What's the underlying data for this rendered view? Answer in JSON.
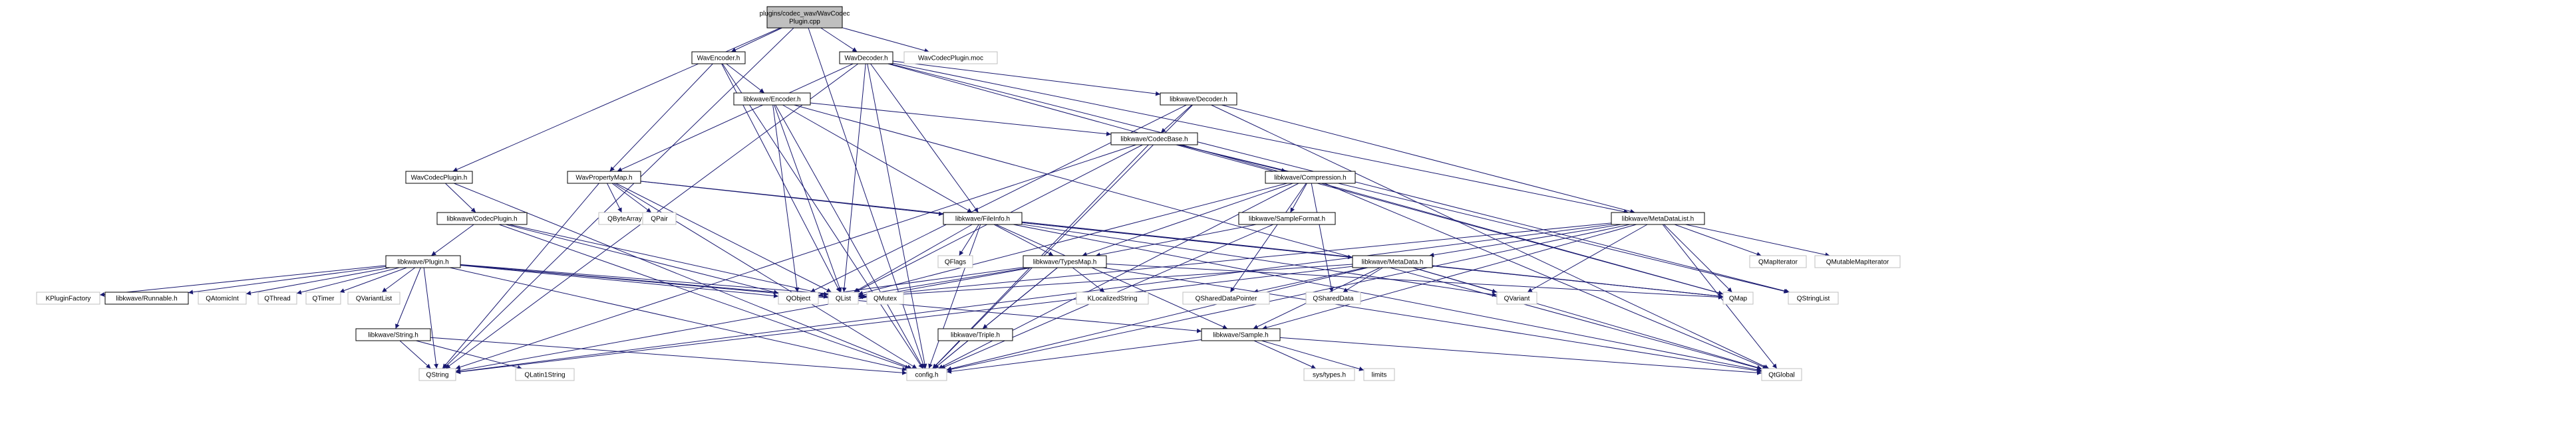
{
  "colors": {
    "root_fill": "#bfbfbf",
    "node_fill": "#ffffff",
    "node_border": "#000000",
    "external_border": "#bfbfbf",
    "edge": "#191970"
  },
  "nodes": [
    {
      "id": "root",
      "lines": [
        "plugins/codec_wav/WavCodec",
        "Plugin.cpp"
      ],
      "kind": "root"
    },
    {
      "id": "wavencoder_h",
      "lines": [
        "WavEncoder.h"
      ],
      "kind": "file"
    },
    {
      "id": "wavdecoder_h",
      "lines": [
        "WavDecoder.h"
      ],
      "kind": "file"
    },
    {
      "id": "wavcodecplugin_moc",
      "lines": [
        "WavCodecPlugin.moc"
      ],
      "kind": "external"
    },
    {
      "id": "libkwave_decoder_h",
      "lines": [
        "libkwave/Decoder.h"
      ],
      "kind": "file"
    },
    {
      "id": "libkwave_encoder_h",
      "lines": [
        "libkwave/Encoder.h"
      ],
      "kind": "file"
    },
    {
      "id": "libkwave_codecbase_h",
      "lines": [
        "libkwave/CodecBase.h"
      ],
      "kind": "file"
    },
    {
      "id": "wavcodecplugin_h",
      "lines": [
        "WavCodecPlugin.h"
      ],
      "kind": "file"
    },
    {
      "id": "wavpropertymap_h",
      "lines": [
        "WavPropertyMap.h"
      ],
      "kind": "file"
    },
    {
      "id": "libkwave_compression_h",
      "lines": [
        "libkwave/Compression.h"
      ],
      "kind": "file"
    },
    {
      "id": "qbytearray",
      "lines": [
        "QByteArray"
      ],
      "kind": "external"
    },
    {
      "id": "qpair",
      "lines": [
        "QPair"
      ],
      "kind": "external"
    },
    {
      "id": "libkwave_codecplugin_h",
      "lines": [
        "libkwave/CodecPlugin.h"
      ],
      "kind": "file"
    },
    {
      "id": "libkwave_fileinfo_h",
      "lines": [
        "libkwave/FileInfo.h"
      ],
      "kind": "file"
    },
    {
      "id": "libkwave_sampleformat_h",
      "lines": [
        "libkwave/SampleFormat.h"
      ],
      "kind": "file"
    },
    {
      "id": "libkwave_metadatalist_h",
      "lines": [
        "libkwave/MetaDataList.h"
      ],
      "kind": "file"
    },
    {
      "id": "qflags",
      "lines": [
        "QFlags"
      ],
      "kind": "external"
    },
    {
      "id": "libkwave_typesmap_h",
      "lines": [
        "libkwave/TypesMap.h"
      ],
      "kind": "file"
    },
    {
      "id": "qmapiterator",
      "lines": [
        "QMapIterator"
      ],
      "kind": "external"
    },
    {
      "id": "qmutablemapiterator",
      "lines": [
        "QMutableMapIterator"
      ],
      "kind": "external"
    },
    {
      "id": "libkwave_plugin_h",
      "lines": [
        "libkwave/Plugin.h"
      ],
      "kind": "file"
    },
    {
      "id": "libkwave_metadata_h",
      "lines": [
        "libkwave/MetaData.h"
      ],
      "kind": "file"
    },
    {
      "id": "kpluginfactory",
      "lines": [
        "KPluginFactory"
      ],
      "kind": "external"
    },
    {
      "id": "libkwave_runnable_h",
      "lines": [
        "libkwave/Runnable.h"
      ],
      "kind": "file"
    },
    {
      "id": "qatomicint",
      "lines": [
        "QAtomicInt"
      ],
      "kind": "external"
    },
    {
      "id": "qthread",
      "lines": [
        "QThread"
      ],
      "kind": "external"
    },
    {
      "id": "qtimer",
      "lines": [
        "QTimer"
      ],
      "kind": "external"
    },
    {
      "id": "qvariantlist",
      "lines": [
        "QVariantList"
      ],
      "kind": "external"
    },
    {
      "id": "libkwave_string_h",
      "lines": [
        "libkwave/String.h"
      ],
      "kind": "file"
    },
    {
      "id": "qobject",
      "lines": [
        "QObject"
      ],
      "kind": "external"
    },
    {
      "id": "qlist",
      "lines": [
        "QList"
      ],
      "kind": "external"
    },
    {
      "id": "qmutex",
      "lines": [
        "QMutex"
      ],
      "kind": "external"
    },
    {
      "id": "libkwave_triple_h",
      "lines": [
        "libkwave/Triple.h"
      ],
      "kind": "file"
    },
    {
      "id": "klocalizedstring",
      "lines": [
        "KLocalizedString"
      ],
      "kind": "external"
    },
    {
      "id": "libkwave_sample_h",
      "lines": [
        "libkwave/Sample.h"
      ],
      "kind": "file"
    },
    {
      "id": "qshareddatapointer",
      "lines": [
        "QSharedDataPointer"
      ],
      "kind": "external"
    },
    {
      "id": "qshareddata",
      "lines": [
        "QSharedData"
      ],
      "kind": "external"
    },
    {
      "id": "qvariant",
      "lines": [
        "QVariant"
      ],
      "kind": "external"
    },
    {
      "id": "qmap",
      "lines": [
        "QMap"
      ],
      "kind": "external"
    },
    {
      "id": "qstringlist",
      "lines": [
        "QStringList"
      ],
      "kind": "external"
    },
    {
      "id": "qlatin1string",
      "lines": [
        "QLatin1String"
      ],
      "kind": "external"
    },
    {
      "id": "qstring",
      "lines": [
        "QString"
      ],
      "kind": "external"
    },
    {
      "id": "config_h",
      "lines": [
        "config.h"
      ],
      "kind": "external"
    },
    {
      "id": "sys_types_h",
      "lines": [
        "sys/types.h"
      ],
      "kind": "external"
    },
    {
      "id": "limits",
      "lines": [
        "limits"
      ],
      "kind": "external"
    },
    {
      "id": "qtglobal",
      "lines": [
        "QtGlobal"
      ],
      "kind": "external"
    }
  ],
  "edges": [
    [
      "root",
      "wavencoder_h"
    ],
    [
      "root",
      "wavdecoder_h"
    ],
    [
      "root",
      "wavcodecplugin_moc"
    ],
    [
      "root",
      "wavcodecplugin_h"
    ],
    [
      "root",
      "qstring"
    ],
    [
      "root",
      "config_h"
    ],
    [
      "wavencoder_h",
      "libkwave_encoder_h"
    ],
    [
      "wavencoder_h",
      "wavpropertymap_h"
    ],
    [
      "wavencoder_h",
      "qlist"
    ],
    [
      "wavencoder_h",
      "config_h"
    ],
    [
      "wavdecoder_h",
      "libkwave_decoder_h"
    ],
    [
      "wavdecoder_h",
      "wavpropertymap_h"
    ],
    [
      "wavdecoder_h",
      "libkwave_fileinfo_h"
    ],
    [
      "wavdecoder_h",
      "libkwave_metadatalist_h"
    ],
    [
      "wavdecoder_h",
      "qlist"
    ],
    [
      "wavdecoder_h",
      "qstring"
    ],
    [
      "wavdecoder_h",
      "qmap"
    ],
    [
      "wavdecoder_h",
      "qstringlist"
    ],
    [
      "wavdecoder_h",
      "config_h"
    ],
    [
      "libkwave_decoder_h",
      "libkwave_codecbase_h"
    ],
    [
      "libkwave_decoder_h",
      "libkwave_metadatalist_h"
    ],
    [
      "libkwave_decoder_h",
      "qobject"
    ],
    [
      "libkwave_decoder_h",
      "qtglobal"
    ],
    [
      "libkwave_decoder_h",
      "config_h"
    ],
    [
      "libkwave_encoder_h",
      "libkwave_codecbase_h"
    ],
    [
      "libkwave_encoder_h",
      "libkwave_fileinfo_h"
    ],
    [
      "libkwave_encoder_h",
      "qobject"
    ],
    [
      "libkwave_encoder_h",
      "qlist"
    ],
    [
      "libkwave_encoder_h",
      "config_h"
    ],
    [
      "libkwave_encoder_h",
      "qtglobal"
    ],
    [
      "libkwave_codecbase_h",
      "libkwave_compression_h"
    ],
    [
      "libkwave_codecbase_h",
      "qlist"
    ],
    [
      "libkwave_codecbase_h",
      "qstring"
    ],
    [
      "libkwave_codecbase_h",
      "qstringlist"
    ],
    [
      "libkwave_codecbase_h",
      "qmap"
    ],
    [
      "libkwave_codecbase_h",
      "config_h"
    ],
    [
      "wavcodecplugin_h",
      "libkwave_codecplugin_h"
    ],
    [
      "wavcodecplugin_h",
      "config_h"
    ],
    [
      "wavpropertymap_h",
      "qbytearray"
    ],
    [
      "wavpropertymap_h",
      "qpair"
    ],
    [
      "wavpropertymap_h",
      "libkwave_fileinfo_h"
    ],
    [
      "wavpropertymap_h",
      "qlist"
    ],
    [
      "wavpropertymap_h",
      "qmap"
    ],
    [
      "wavpropertymap_h",
      "qstring"
    ],
    [
      "wavpropertymap_h",
      "config_h"
    ],
    [
      "libkwave_compression_h",
      "libkwave_sampleformat_h"
    ],
    [
      "libkwave_compression_h",
      "libkwave_typesmap_h"
    ],
    [
      "libkwave_compression_h",
      "qshareddatapointer"
    ],
    [
      "libkwave_compression_h",
      "qshareddata"
    ],
    [
      "libkwave_compression_h",
      "qlist"
    ],
    [
      "libkwave_compression_h",
      "qtglobal"
    ],
    [
      "libkwave_compression_h",
      "config_h"
    ],
    [
      "libkwave_codecplugin_h",
      "libkwave_plugin_h"
    ],
    [
      "libkwave_codecplugin_h",
      "qlist"
    ],
    [
      "libkwave_codecplugin_h",
      "qobject"
    ],
    [
      "libkwave_codecplugin_h",
      "config_h"
    ],
    [
      "libkwave_fileinfo_h",
      "qflags"
    ],
    [
      "libkwave_fileinfo_h",
      "libkwave_typesmap_h"
    ],
    [
      "libkwave_fileinfo_h",
      "libkwave_metadata_h"
    ],
    [
      "libkwave_fileinfo_h",
      "libkwave_sample_h"
    ],
    [
      "libkwave_fileinfo_h",
      "qlist"
    ],
    [
      "libkwave_fileinfo_h",
      "qmap"
    ],
    [
      "libkwave_fileinfo_h",
      "qvariant"
    ],
    [
      "libkwave_fileinfo_h",
      "config_h"
    ],
    [
      "libkwave_fileinfo_h",
      "qtglobal"
    ],
    [
      "libkwave_sampleformat_h",
      "libkwave_typesmap_h"
    ],
    [
      "libkwave_sampleformat_h",
      "config_h"
    ],
    [
      "libkwave_metadatalist_h",
      "qmapiterator"
    ],
    [
      "libkwave_metadatalist_h",
      "qmutablemapiterator"
    ],
    [
      "libkwave_metadatalist_h",
      "libkwave_metadata_h"
    ],
    [
      "libkwave_metadatalist_h",
      "libkwave_sample_h"
    ],
    [
      "libkwave_metadatalist_h",
      "qlist"
    ],
    [
      "libkwave_metadatalist_h",
      "qmap"
    ],
    [
      "libkwave_metadatalist_h",
      "qstring"
    ],
    [
      "libkwave_metadatalist_h",
      "qvariant"
    ],
    [
      "libkwave_metadatalist_h",
      "config_h"
    ],
    [
      "libkwave_metadatalist_h",
      "qtglobal"
    ],
    [
      "libkwave_typesmap_h",
      "libkwave_triple_h"
    ],
    [
      "libkwave_typesmap_h",
      "klocalizedstring"
    ],
    [
      "libkwave_typesmap_h",
      "qlist"
    ],
    [
      "libkwave_typesmap_h",
      "qmap"
    ],
    [
      "libkwave_typesmap_h",
      "qobject"
    ],
    [
      "libkwave_typesmap_h",
      "qstring"
    ],
    [
      "libkwave_typesmap_h",
      "qtglobal"
    ],
    [
      "libkwave_typesmap_h",
      "config_h"
    ],
    [
      "libkwave_plugin_h",
      "kpluginfactory"
    ],
    [
      "libkwave_plugin_h",
      "libkwave_runnable_h"
    ],
    [
      "libkwave_plugin_h",
      "qatomicint"
    ],
    [
      "libkwave_plugin_h",
      "qthread"
    ],
    [
      "libkwave_plugin_h",
      "qtimer"
    ],
    [
      "libkwave_plugin_h",
      "qvariantlist"
    ],
    [
      "libkwave_plugin_h",
      "libkwave_string_h"
    ],
    [
      "libkwave_plugin_h",
      "qobject"
    ],
    [
      "libkwave_plugin_h",
      "qlist"
    ],
    [
      "libkwave_plugin_h",
      "qmutex"
    ],
    [
      "libkwave_plugin_h",
      "libkwave_sample_h"
    ],
    [
      "libkwave_plugin_h",
      "qstring"
    ],
    [
      "libkwave_plugin_h",
      "config_h"
    ],
    [
      "libkwave_metadata_h",
      "qshareddatapointer"
    ],
    [
      "libkwave_metadata_h",
      "qshareddata"
    ],
    [
      "libkwave_metadata_h",
      "qvariant"
    ],
    [
      "libkwave_metadata_h",
      "qmap"
    ],
    [
      "libkwave_metadata_h",
      "qlist"
    ],
    [
      "libkwave_metadata_h",
      "libkwave_sample_h"
    ],
    [
      "libkwave_metadata_h",
      "qstring"
    ],
    [
      "libkwave_metadata_h",
      "config_h"
    ],
    [
      "libkwave_metadata_h",
      "qtglobal"
    ],
    [
      "libkwave_string_h",
      "qlatin1string"
    ],
    [
      "libkwave_string_h",
      "qstring"
    ],
    [
      "libkwave_string_h",
      "config_h"
    ],
    [
      "libkwave_triple_h",
      "config_h"
    ],
    [
      "libkwave_sample_h",
      "sys_types_h"
    ],
    [
      "libkwave_sample_h",
      "limits"
    ],
    [
      "libkwave_sample_h",
      "qtglobal"
    ],
    [
      "libkwave_sample_h",
      "config_h"
    ]
  ]
}
